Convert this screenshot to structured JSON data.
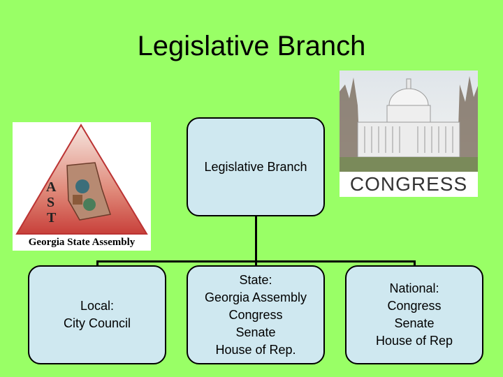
{
  "slide": {
    "title": "Legislative Branch"
  },
  "org_chart": {
    "root": "Legislative Branch",
    "children": [
      "Local:\nCity Council",
      "State:\nGeorgia Assembly\nCongress\nSenate\nHouse of Rep.",
      "National:\nCongress\nSenate\nHouse of Rep"
    ]
  },
  "images": {
    "seal_text": "Georgia State Assembly",
    "seal_letters": [
      "A",
      "S",
      "T"
    ],
    "capitol_caption": "CONGRESS"
  },
  "colors": {
    "background": "#99ff66",
    "box_fill": "#cfe8f0",
    "seal_red": "#c8403a"
  }
}
